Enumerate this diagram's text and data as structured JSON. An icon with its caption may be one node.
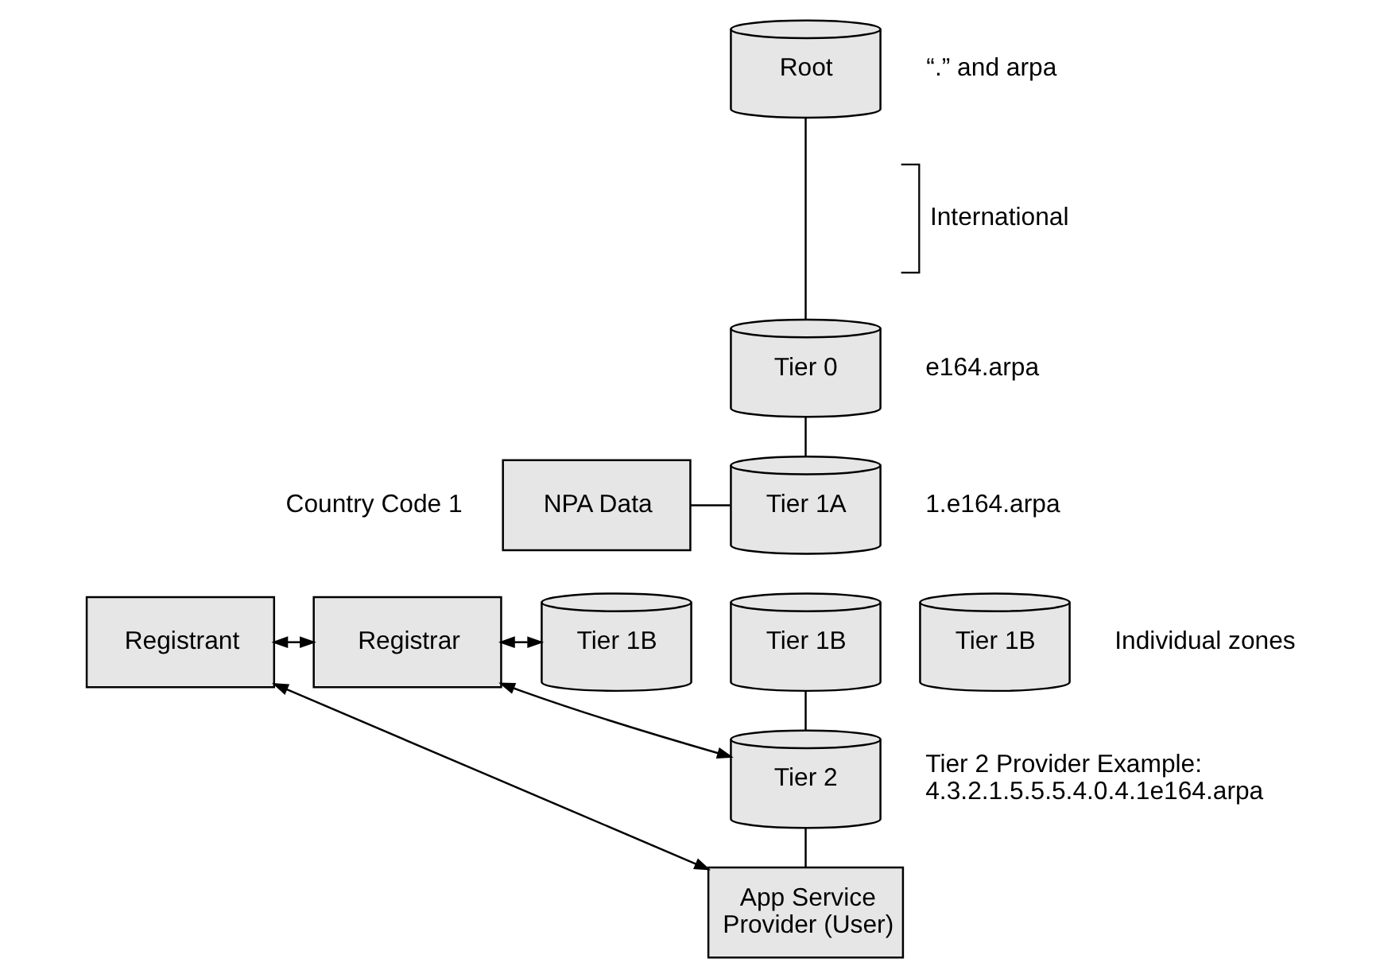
{
  "diagram": {
    "nodes": [
      {
        "text": [
          "Root"
        ],
        "beside": [
          "“.” and arpa"
        ]
      },
      {
        "text": [
          "Tier 0"
        ],
        "beside": [
          "e164.arpa"
        ]
      },
      {
        "text": [
          "NPA Data"
        ],
        "beside": [
          "Country Code 1"
        ]
      },
      {
        "text": [
          "Tier 1A"
        ],
        "beside": [
          "1.e164.arpa"
        ]
      },
      {
        "text": [
          "Registrant"
        ]
      },
      {
        "text": [
          "Registrar"
        ]
      },
      {
        "text": [
          "Tier 1B"
        ]
      },
      {
        "text": [
          "Tier 1B"
        ]
      },
      {
        "text": [
          "Tier 1B"
        ],
        "beside": [
          "Individual zones"
        ]
      },
      {
        "text": [
          "Tier 2"
        ],
        "beside": [
          "Tier 2 Provider Example: 4.3.2.1.5.5.5.4.0.4.1e164.arpa"
        ]
      },
      {
        "text": [
          "App Service Provider (User)"
        ]
      }
    ],
    "edges": [
      {
        "from": 0,
        "to": 1,
        "arrow": "none"
      },
      {
        "from": 1,
        "to": 3,
        "arrow": "none"
      },
      {
        "from": 2,
        "to": 3,
        "arrow": "none"
      },
      {
        "from": 4,
        "to": 5,
        "arrow": "both"
      },
      {
        "from": 5,
        "to": 6,
        "arrow": "both"
      },
      {
        "from": 7,
        "to": 9,
        "arrow": "none"
      },
      {
        "from": 5,
        "to": 9,
        "arrow": "both"
      },
      {
        "from": 4,
        "to": 10,
        "arrow": "both"
      },
      {
        "from": 9,
        "to": 10,
        "arrow": "none"
      }
    ],
    "labels": [
      "International"
    ]
  }
}
